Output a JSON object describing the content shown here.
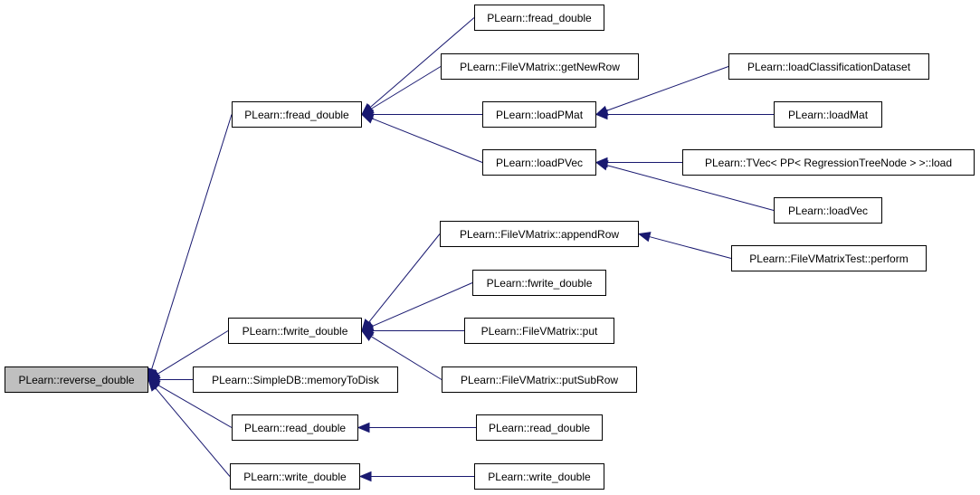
{
  "graph": {
    "edge_color": "#191970",
    "root_fill": "#bfbfbf",
    "nodes": {
      "reverse_double": "PLearn::reverse_double",
      "fread_double_mid": "PLearn::fread_double",
      "fwrite_double_mid": "PLearn::fwrite_double",
      "memoryToDisk": "PLearn::SimpleDB::memoryToDisk",
      "read_double_mid": "PLearn::read_double",
      "write_double_mid": "PLearn::write_double",
      "fread_double_top": "PLearn::fread_double",
      "getNewRow": "PLearn::FileVMatrix::getNewRow",
      "loadPMat": "PLearn::loadPMat",
      "loadPVec": "PLearn::loadPVec",
      "appendRow": "PLearn::FileVMatrix::appendRow",
      "fwrite_double_right": "PLearn::fwrite_double",
      "put": "PLearn::FileVMatrix::put",
      "putSubRow": "PLearn::FileVMatrix::putSubRow",
      "read_double_right": "PLearn::read_double",
      "write_double_right": "PLearn::write_double",
      "loadClassificationDataset": "PLearn::loadClassificationDataset",
      "loadMat": "PLearn::loadMat",
      "tvec_load": "PLearn::TVec< PP< RegressionTreeNode > >::load",
      "loadVec": "PLearn::loadVec",
      "fileVMatrixTest_perform": "PLearn::FileVMatrixTest::perform"
    },
    "edges": [
      {
        "from": "fread_double_mid",
        "to": "reverse_double"
      },
      {
        "from": "fwrite_double_mid",
        "to": "reverse_double"
      },
      {
        "from": "memoryToDisk",
        "to": "reverse_double"
      },
      {
        "from": "read_double_mid",
        "to": "reverse_double"
      },
      {
        "from": "write_double_mid",
        "to": "reverse_double"
      },
      {
        "from": "fread_double_top",
        "to": "fread_double_mid"
      },
      {
        "from": "getNewRow",
        "to": "fread_double_mid"
      },
      {
        "from": "loadPMat",
        "to": "fread_double_mid"
      },
      {
        "from": "loadPVec",
        "to": "fread_double_mid"
      },
      {
        "from": "appendRow",
        "to": "fwrite_double_mid"
      },
      {
        "from": "fwrite_double_right",
        "to": "fwrite_double_mid"
      },
      {
        "from": "put",
        "to": "fwrite_double_mid"
      },
      {
        "from": "putSubRow",
        "to": "fwrite_double_mid"
      },
      {
        "from": "read_double_right",
        "to": "read_double_mid"
      },
      {
        "from": "write_double_right",
        "to": "write_double_mid"
      },
      {
        "from": "loadClassificationDataset",
        "to": "loadPMat"
      },
      {
        "from": "loadMat",
        "to": "loadPMat"
      },
      {
        "from": "tvec_load",
        "to": "loadPVec"
      },
      {
        "from": "loadVec",
        "to": "loadPVec"
      },
      {
        "from": "fileVMatrixTest_perform",
        "to": "appendRow"
      }
    ]
  }
}
